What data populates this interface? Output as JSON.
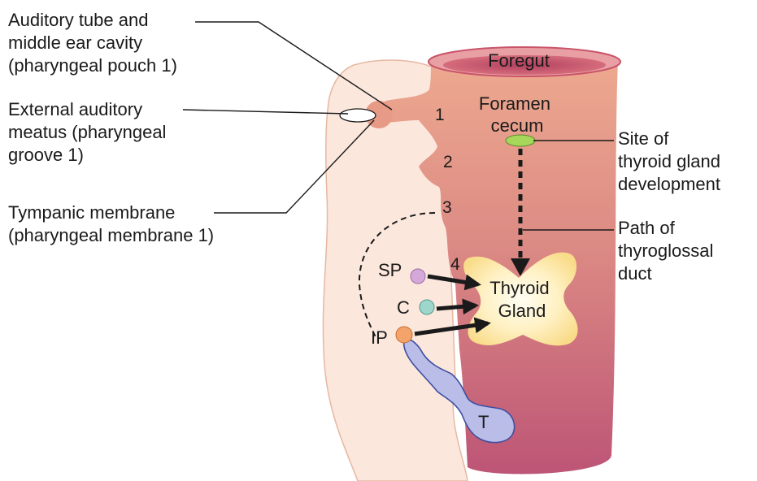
{
  "labels": {
    "auditory_tube": [
      "Auditory tube and",
      "middle ear cavity",
      "(pharyngeal pouch 1)"
    ],
    "external_meatus": [
      "External auditory",
      "meatus (pharyngeal",
      "groove 1)"
    ],
    "tympanic": [
      "Tympanic membrane",
      "(pharyngeal membrane 1)"
    ],
    "foregut": "Foregut",
    "foramen_cecum": [
      "Foramen",
      "cecum"
    ],
    "site_thyroid": [
      "Site of",
      "thyroid gland",
      "development"
    ],
    "path_duct": [
      "Path of",
      "thyroglossal",
      "duct"
    ],
    "thyroid_gland": [
      "Thyroid",
      "Gland"
    ],
    "pouch_numbers": [
      "1",
      "2",
      "3",
      "4"
    ],
    "sp": "SP",
    "c": "C",
    "ip": "IP",
    "t": "T"
  },
  "colors": {
    "foregut_top": "#e8a28c",
    "foregut_bottom": "#c05a78",
    "foregut_rim": "#c9546a",
    "lateral_tissue": "#fbe6da",
    "tissue_outline": "#d9a48e",
    "thyroid_fill": "#fde9a6",
    "thyroid_center": "#fffbe8",
    "foramen_dot": "#a5d65a",
    "sp_fill": "#d4a9da",
    "c_fill": "#9fd6cc",
    "ip_fill": "#f4a36a",
    "thymus_fill": "#b9bde6",
    "thymus_outline": "#3a4fa0",
    "arrow": "#1a1a1a"
  }
}
